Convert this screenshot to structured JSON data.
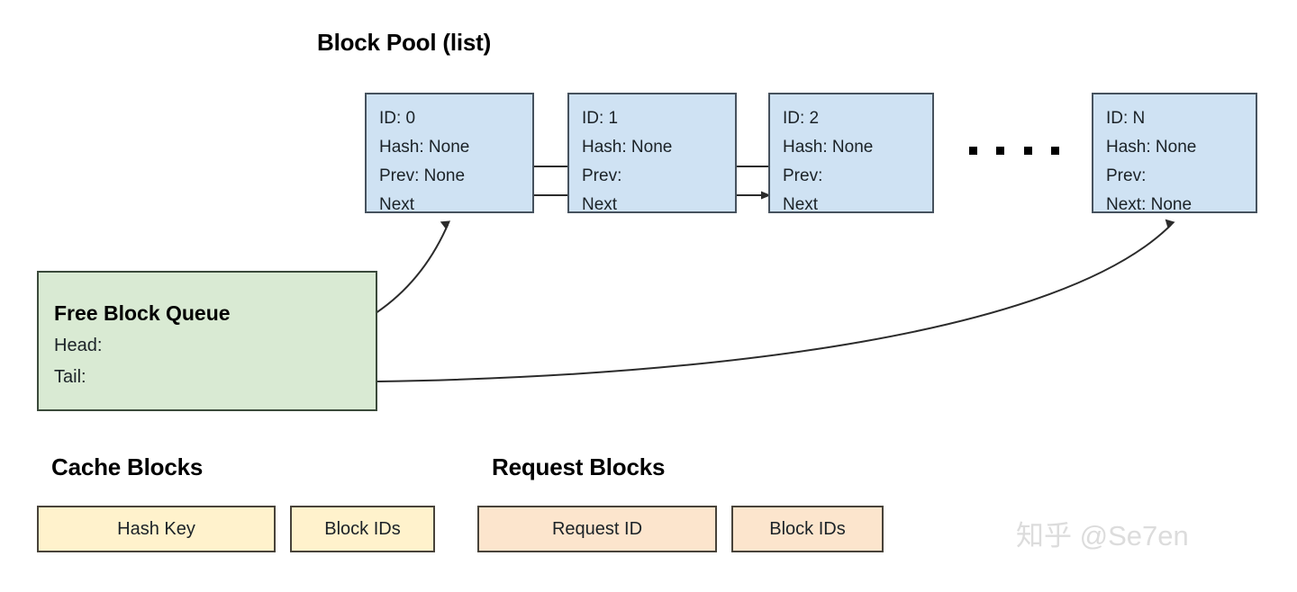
{
  "diagram": {
    "pool_title": "Block Pool (list)",
    "cache_section_title": "Cache Blocks",
    "request_section_title": "Request Blocks",
    "colors": {
      "block_fill": "#cfe2f3",
      "block_stroke": "#46525e",
      "queue_fill": "#d9ead3",
      "queue_stroke": "#3b4a3b",
      "cache_chip_fill": "#fff2cc",
      "request_chip_fill": "#fce5cd",
      "chip_stroke": "#48433a",
      "edge_stroke": "#2b2b2b",
      "text": "#1b2227",
      "watermark": "#dcdcdc"
    },
    "blocks": [
      {
        "id_label": "ID: 0",
        "hash_label": "Hash: None",
        "prev_label": "Prev: None",
        "next_label": "Next"
      },
      {
        "id_label": "ID: 1",
        "hash_label": "Hash: None",
        "prev_label": "Prev:",
        "next_label": "Next"
      },
      {
        "id_label": "ID: 2",
        "hash_label": "Hash: None",
        "prev_label": "Prev:",
        "next_label": "Next"
      },
      {
        "id_label": "ID: N",
        "hash_label": "Hash: None",
        "prev_label": "Prev:",
        "next_label": "Next: None"
      }
    ],
    "ellipsis_dot_count": 4,
    "free_block_queue": {
      "title": "Free Block Queue",
      "head_label": "Head:",
      "tail_label": "Tail:"
    },
    "cache_blocks": [
      {
        "label": "Hash Key"
      },
      {
        "label": "Block IDs"
      }
    ],
    "request_blocks": [
      {
        "label": "Request ID"
      },
      {
        "label": "Block IDs"
      }
    ],
    "watermark": "知乎 @Se7en"
  }
}
